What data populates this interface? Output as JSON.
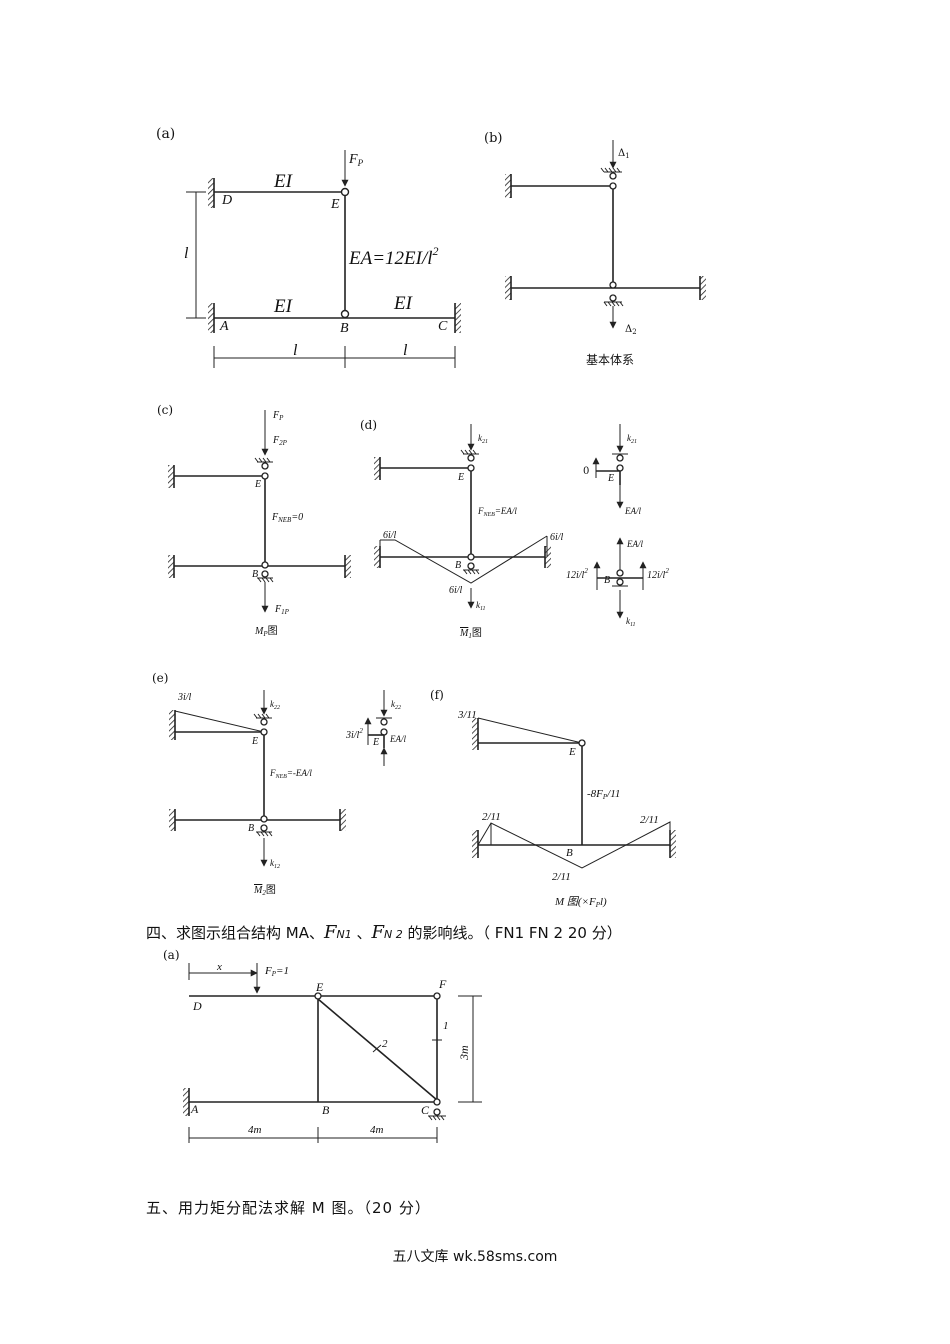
{
  "figures": {
    "a": {
      "tag": "(a)",
      "D": "D",
      "E": "E",
      "A": "A",
      "B": "B",
      "C": "C",
      "EI": "EI",
      "FP": "F",
      "FP_sub": "P",
      "EA": "EA=12EI/l",
      "EA_sup": "2",
      "l": "l"
    },
    "b": {
      "tag": "(b)",
      "d1": "Δ",
      "d1_sub": "1",
      "d2": "Δ",
      "d2_sub": "2",
      "caption": "基本体系"
    },
    "c": {
      "tag": "(c)",
      "FP": "F",
      "FP_sub": "P",
      "F2P": "F",
      "F2P_sub": "2P",
      "F1P": "F",
      "F1P_sub": "1P",
      "E": "E",
      "B": "B",
      "FNEB": "F",
      "FNEB_sub": "NEB",
      "FNEB_rest": "=0",
      "caption": "M",
      "caption_sub": "P",
      "caption_rest": "图"
    },
    "d": {
      "tag": "(d)",
      "k21": "k",
      "k21_sub": "21",
      "k11": "k",
      "k11_sub": "11",
      "E": "E",
      "B": "B",
      "FNEB": "F",
      "FNEB_sub": "NEB",
      "FNEB_rest": "=EA/l",
      "m6il": "6i/l",
      "caption": "M",
      "caption_sub": "1",
      "caption_rest": "图",
      "zero": "0",
      "EAl": "EA/l",
      "m12il": "12i/l",
      "sup2": "2"
    },
    "e": {
      "tag": "(e)",
      "m3il": "3i/l",
      "k22": "k",
      "k22_sub": "22",
      "k12": "k",
      "k12_sub": "12",
      "E": "E",
      "B": "B",
      "FNEB": "F",
      "FNEB_sub": "NEB",
      "FNEB_rest": "=-EA/l",
      "m3il2": "3i/l",
      "sup2": "2",
      "EAl": "EA/l",
      "caption": "M",
      "caption_sub": "2",
      "caption_rest": "图"
    },
    "f": {
      "tag": "(f)",
      "v311": "3/11",
      "v211": "2/11",
      "E": "E",
      "B": "B",
      "axial": "-8F",
      "axial_sub": "P",
      "axial_rest": "/11",
      "caption": "M  图(×F",
      "caption_sub": "P",
      "caption_rest": "l)"
    },
    "q4fig": {
      "tag": "(a)",
      "x": "x",
      "FP": "F",
      "FP_sub": "P",
      "FP_rest": "=1",
      "D": "D",
      "E": "E",
      "F": "F",
      "A": "A",
      "B": "B",
      "C": "C",
      "bar1": "1",
      "bar2": "2",
      "h3m": "3m",
      "w4m": "4m"
    }
  },
  "q4": {
    "lead": "四、求图示组合结构 MA、",
    "f": "F",
    "n1": "N1",
    "sep": " 、",
    "n2": "N 2",
    "tail": " 的影响线。（ FN1 FN 2 20 分）"
  },
  "q5": {
    "text": "五、用力矩分配法求解  M 图。（20 分）"
  },
  "footer": {
    "text": "五八文库 wk.58sms.com"
  }
}
